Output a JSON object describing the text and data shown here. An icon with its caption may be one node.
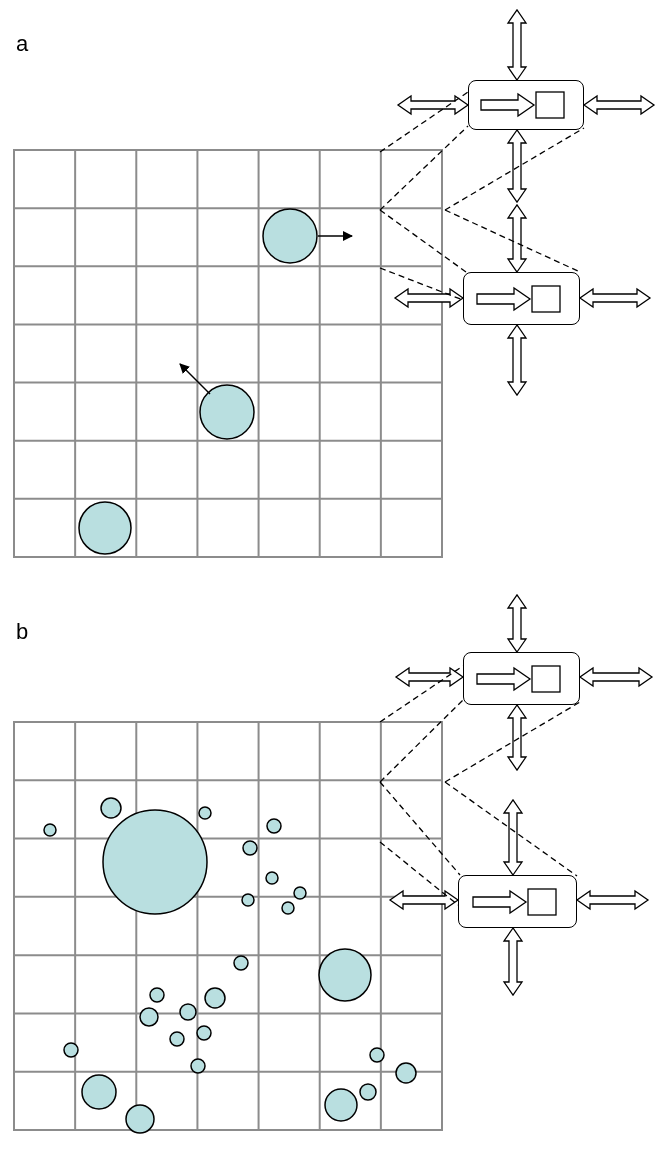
{
  "diagram": {
    "nodes": [
      {
        "text": [],
        "shape": "box"
      },
      {
        "text": [],
        "shape": "box"
      },
      {
        "text": [],
        "shape": "box"
      },
      {
        "text": [],
        "shape": "box"
      }
    ],
    "edges": [
      {
        "from": 0,
        "to": null,
        "arrow": "both"
      },
      {
        "from": 0,
        "to": null,
        "arrow": "both"
      },
      {
        "from": 0,
        "to": null,
        "arrow": "both"
      },
      {
        "from": 0,
        "to": null,
        "arrow": "both"
      },
      {
        "from": 1,
        "to": null,
        "arrow": "both"
      },
      {
        "from": 1,
        "to": null,
        "arrow": "both"
      },
      {
        "from": 1,
        "to": null,
        "arrow": "both"
      },
      {
        "from": 1,
        "to": null,
        "arrow": "both"
      },
      {
        "from": 2,
        "to": null,
        "arrow": "both"
      },
      {
        "from": 2,
        "to": null,
        "arrow": "both"
      },
      {
        "from": 2,
        "to": null,
        "arrow": "both"
      },
      {
        "from": 2,
        "to": null,
        "arrow": "both"
      },
      {
        "from": 3,
        "to": null,
        "arrow": "both"
      },
      {
        "from": 3,
        "to": null,
        "arrow": "both"
      },
      {
        "from": 3,
        "to": null,
        "arrow": "both"
      },
      {
        "from": 3,
        "to": null,
        "arrow": "both"
      },
      {
        "from": null,
        "to": 0,
        "arrow": "none",
        "style": "dashed"
      },
      {
        "from": null,
        "to": 0,
        "arrow": "none",
        "style": "dashed"
      },
      {
        "from": null,
        "to": 0,
        "arrow": "none",
        "style": "dashed"
      },
      {
        "from": null,
        "to": 1,
        "arrow": "none",
        "style": "dashed"
      },
      {
        "from": null,
        "to": 1,
        "arrow": "none",
        "style": "dashed"
      },
      {
        "from": null,
        "to": 1,
        "arrow": "none",
        "style": "dashed"
      },
      {
        "from": null,
        "to": 2,
        "arrow": "none",
        "style": "dashed"
      },
      {
        "from": null,
        "to": 2,
        "arrow": "none",
        "style": "dashed"
      },
      {
        "from": null,
        "to": 2,
        "arrow": "none",
        "style": "dashed"
      },
      {
        "from": null,
        "to": 3,
        "arrow": "none",
        "style": "dashed"
      },
      {
        "from": null,
        "to": 3,
        "arrow": "none",
        "style": "dashed"
      },
      {
        "from": null,
        "to": 3,
        "arrow": "none",
        "style": "dashed"
      }
    ],
    "labels": [
      "a",
      "b"
    ]
  }
}
